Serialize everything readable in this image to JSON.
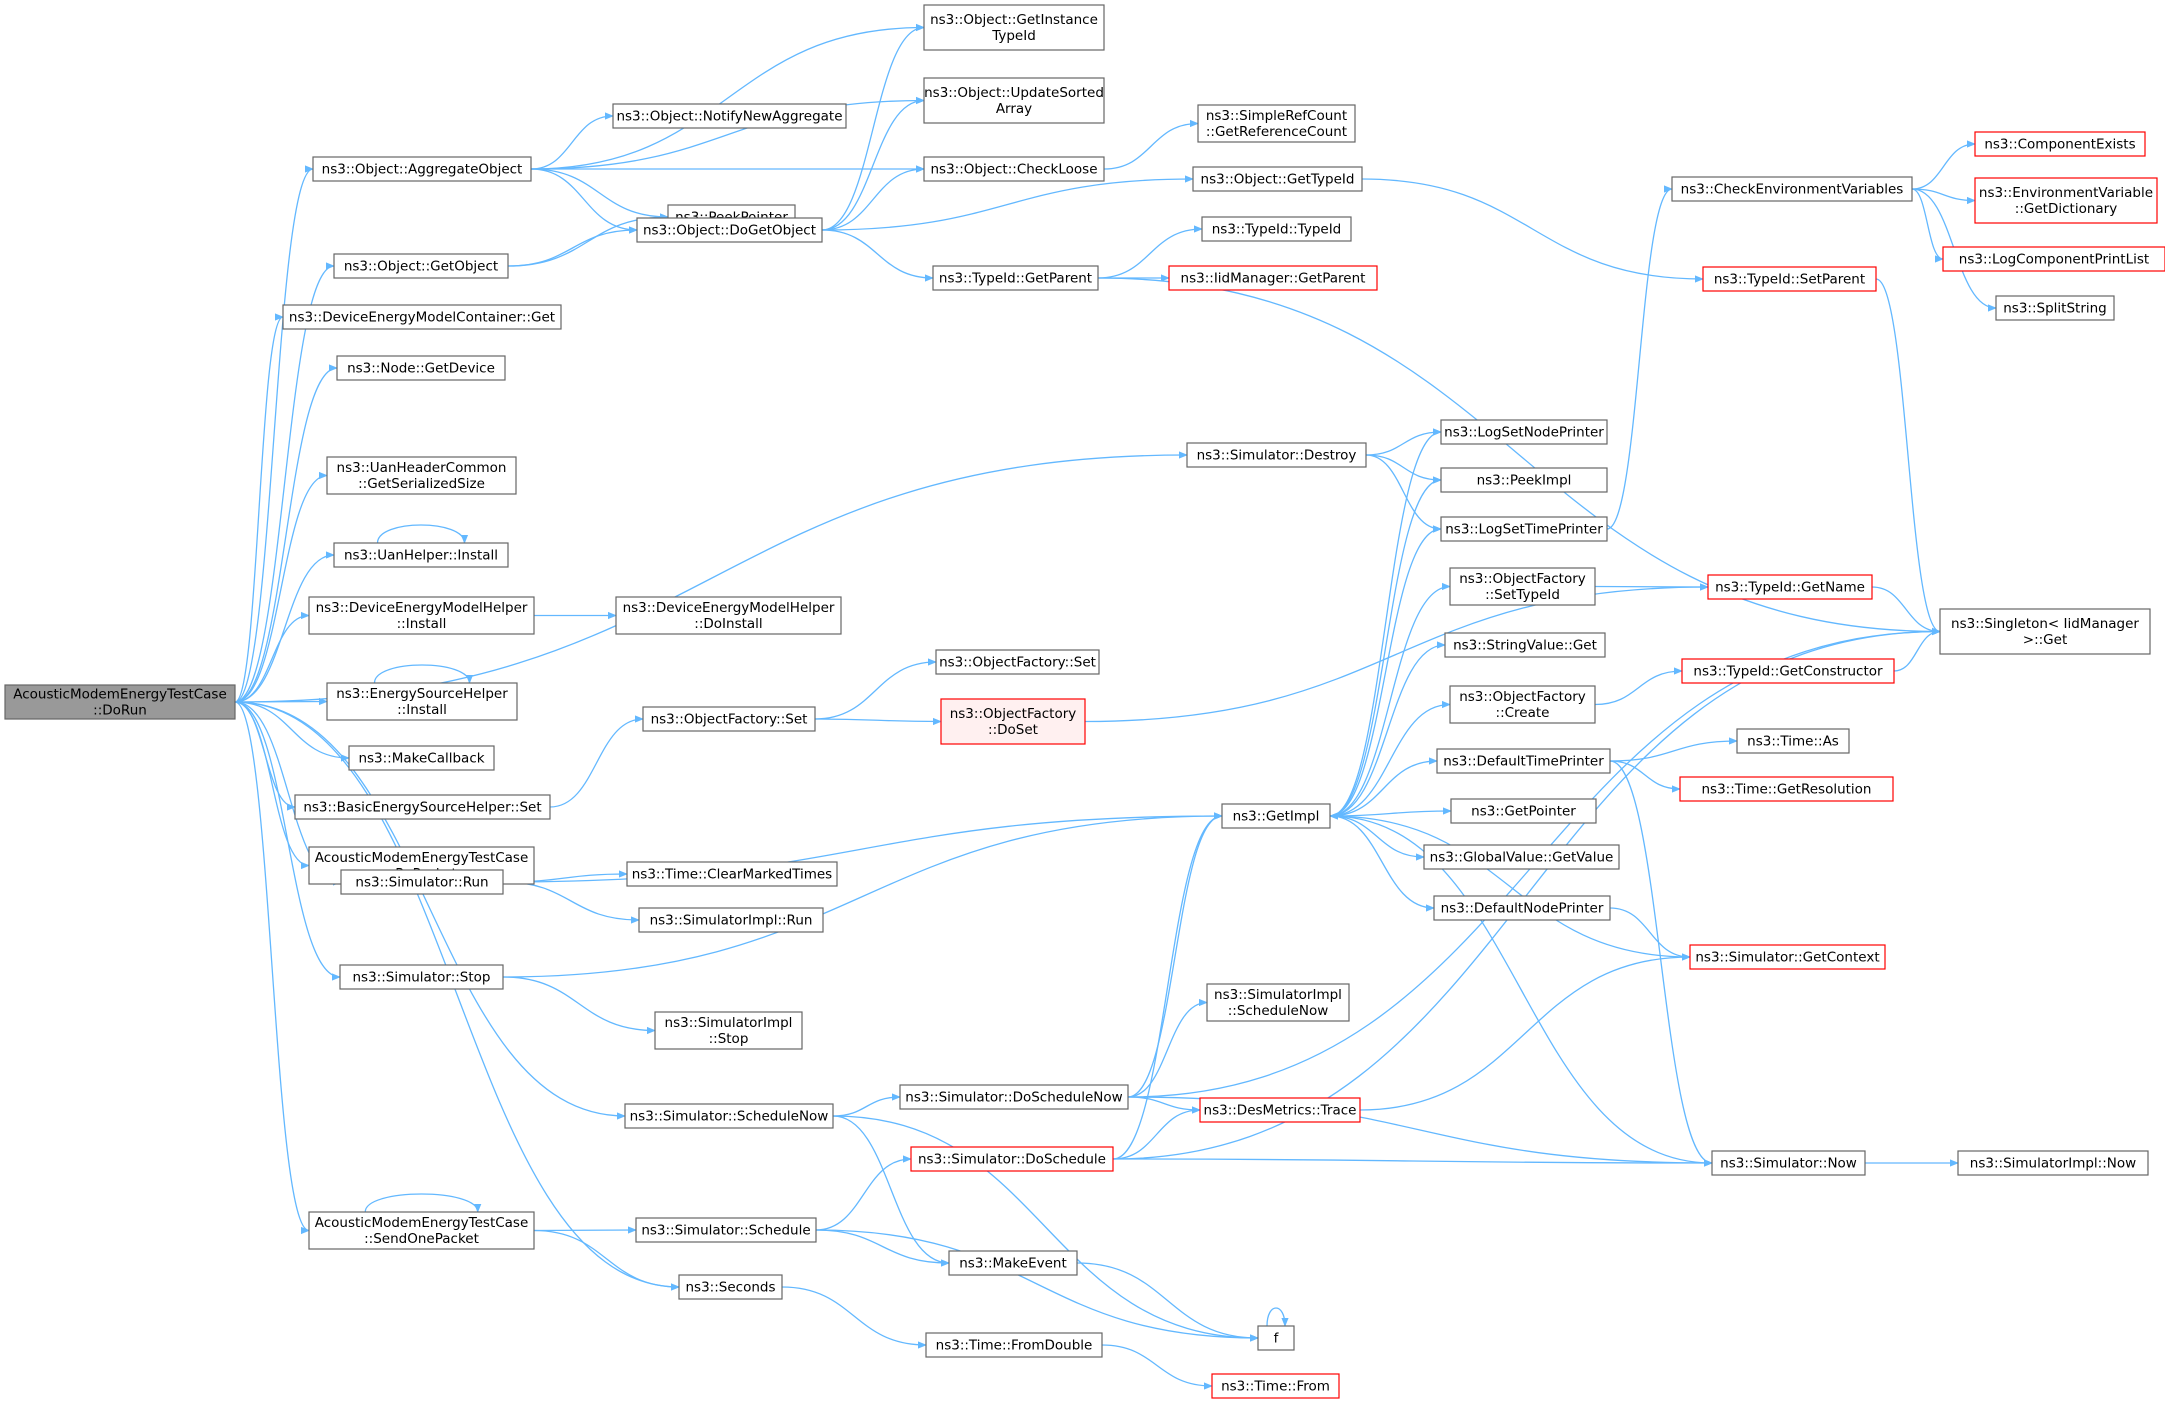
{
  "nodes": [
    {
      "id": "root",
      "lines": [
        "AcousticModemEnergyTestCase",
        "::DoRun"
      ],
      "kind": "root"
    },
    {
      "id": "aggregate",
      "lines": [
        "ns3::Object::AggregateObject"
      ],
      "kind": "normal"
    },
    {
      "id": "getobject",
      "lines": [
        "ns3::Object::GetObject"
      ],
      "kind": "normal"
    },
    {
      "id": "demc_get",
      "lines": [
        "ns3::DeviceEnergyModelContainer::Get"
      ],
      "kind": "normal"
    },
    {
      "id": "node_getdevice",
      "lines": [
        "ns3::Node::GetDevice"
      ],
      "kind": "normal"
    },
    {
      "id": "uan_hdr",
      "lines": [
        "ns3::UanHeaderCommon",
        "::GetSerializedSize"
      ],
      "kind": "normal"
    },
    {
      "id": "uan_install",
      "lines": [
        "ns3::UanHelper::Install"
      ],
      "kind": "normal"
    },
    {
      "id": "demh_install",
      "lines": [
        "ns3::DeviceEnergyModelHelper",
        "::Install"
      ],
      "kind": "normal"
    },
    {
      "id": "esh_install",
      "lines": [
        "ns3::EnergySourceHelper",
        "::Install"
      ],
      "kind": "normal"
    },
    {
      "id": "makecallback",
      "lines": [
        "ns3::MakeCallback"
      ],
      "kind": "normal"
    },
    {
      "id": "besh_set",
      "lines": [
        "ns3::BasicEnergySourceHelper::Set"
      ],
      "kind": "normal"
    },
    {
      "id": "rxpacket",
      "lines": [
        "AcousticModemEnergyTestCase",
        "::RxPacket"
      ],
      "kind": "normal"
    },
    {
      "id": "sim_run",
      "lines": [
        "ns3::Simulator::Run"
      ],
      "kind": "normal"
    },
    {
      "id": "sim_stop",
      "lines": [
        "ns3::Simulator::Stop"
      ],
      "kind": "normal"
    },
    {
      "id": "sim_schednow",
      "lines": [
        "ns3::Simulator::ScheduleNow"
      ],
      "kind": "normal"
    },
    {
      "id": "sendone",
      "lines": [
        "AcousticModemEnergyTestCase",
        "::SendOnePacket"
      ],
      "kind": "normal"
    },
    {
      "id": "seconds",
      "lines": [
        "ns3::Seconds"
      ],
      "kind": "normal"
    },
    {
      "id": "getinstance",
      "lines": [
        "ns3::Object::GetInstance",
        "TypeId"
      ],
      "kind": "normal"
    },
    {
      "id": "updatesorted",
      "lines": [
        "ns3::Object::UpdateSorted",
        "Array"
      ],
      "kind": "normal"
    },
    {
      "id": "notifynew",
      "lines": [
        "ns3::Object::NotifyNewAggregate"
      ],
      "kind": "normal"
    },
    {
      "id": "checkloose",
      "lines": [
        "ns3::Object::CheckLoose"
      ],
      "kind": "normal"
    },
    {
      "id": "peekpointer",
      "lines": [
        "ns3::PeekPointer"
      ],
      "kind": "normal"
    },
    {
      "id": "dogetobject",
      "lines": [
        "ns3::Object::DoGetObject"
      ],
      "kind": "normal"
    },
    {
      "id": "demh_doinstall",
      "lines": [
        "ns3::DeviceEnergyModelHelper",
        "::DoInstall"
      ],
      "kind": "normal"
    },
    {
      "id": "of_set2",
      "lines": [
        "ns3::ObjectFactory::Set"
      ],
      "kind": "normal"
    },
    {
      "id": "of_set1",
      "lines": [
        "ns3::ObjectFactory::Set"
      ],
      "kind": "normal"
    },
    {
      "id": "of_doset",
      "lines": [
        "ns3::ObjectFactory",
        "::DoSet"
      ],
      "kind": "red-fill"
    },
    {
      "id": "clearmarked",
      "lines": [
        "ns3::Time::ClearMarkedTimes"
      ],
      "kind": "normal"
    },
    {
      "id": "simimpl_run",
      "lines": [
        "ns3::SimulatorImpl::Run"
      ],
      "kind": "normal"
    },
    {
      "id": "simimpl_stop",
      "lines": [
        "ns3::SimulatorImpl",
        "::Stop"
      ],
      "kind": "normal"
    },
    {
      "id": "sim_doschednow",
      "lines": [
        "ns3::Simulator::DoScheduleNow"
      ],
      "kind": "normal"
    },
    {
      "id": "sim_schedule",
      "lines": [
        "ns3::Simulator::Schedule"
      ],
      "kind": "normal"
    },
    {
      "id": "fromdouble",
      "lines": [
        "ns3::Time::FromDouble"
      ],
      "kind": "normal"
    },
    {
      "id": "src_getrefcount",
      "lines": [
        "ns3::SimpleRefCount",
        "::GetReferenceCount"
      ],
      "kind": "normal"
    },
    {
      "id": "obj_gettypeid",
      "lines": [
        "ns3::Object::GetTypeId"
      ],
      "kind": "normal"
    },
    {
      "id": "typeid_typeid",
      "lines": [
        "ns3::TypeId::TypeId"
      ],
      "kind": "normal"
    },
    {
      "id": "typeid_getparent",
      "lines": [
        "ns3::TypeId::GetParent"
      ],
      "kind": "normal"
    },
    {
      "id": "iid_getparent",
      "lines": [
        "ns3::IidManager::GetParent"
      ],
      "kind": "red"
    },
    {
      "id": "sim_destroy",
      "lines": [
        "ns3::Simulator::Destroy"
      ],
      "kind": "normal"
    },
    {
      "id": "getimpl",
      "lines": [
        "ns3::GetImpl"
      ],
      "kind": "normal"
    },
    {
      "id": "simimpl_schednow",
      "lines": [
        "ns3::SimulatorImpl",
        "::ScheduleNow"
      ],
      "kind": "normal"
    },
    {
      "id": "desmetrics",
      "lines": [
        "ns3::DesMetrics::Trace"
      ],
      "kind": "red"
    },
    {
      "id": "sim_doschedule",
      "lines": [
        "ns3::Simulator::DoSchedule"
      ],
      "kind": "red"
    },
    {
      "id": "makeevent",
      "lines": [
        "ns3::MakeEvent"
      ],
      "kind": "normal"
    },
    {
      "id": "f",
      "lines": [
        "f"
      ],
      "kind": "normal"
    },
    {
      "id": "time_from",
      "lines": [
        "ns3::Time::From"
      ],
      "kind": "red"
    },
    {
      "id": "logsetnode",
      "lines": [
        "ns3::LogSetNodePrinter"
      ],
      "kind": "normal"
    },
    {
      "id": "peekimpl",
      "lines": [
        "ns3::PeekImpl"
      ],
      "kind": "normal"
    },
    {
      "id": "logsettime",
      "lines": [
        "ns3::LogSetTimePrinter"
      ],
      "kind": "normal"
    },
    {
      "id": "of_settypeid",
      "lines": [
        "ns3::ObjectFactory",
        "::SetTypeId"
      ],
      "kind": "normal"
    },
    {
      "id": "stringvalue_get",
      "lines": [
        "ns3::StringValue::Get"
      ],
      "kind": "normal"
    },
    {
      "id": "of_create",
      "lines": [
        "ns3::ObjectFactory",
        "::Create"
      ],
      "kind": "normal"
    },
    {
      "id": "defaulttime",
      "lines": [
        "ns3::DefaultTimePrinter"
      ],
      "kind": "normal"
    },
    {
      "id": "getpointer",
      "lines": [
        "ns3::GetPointer"
      ],
      "kind": "normal"
    },
    {
      "id": "globalvalue",
      "lines": [
        "ns3::GlobalValue::GetValue"
      ],
      "kind": "normal"
    },
    {
      "id": "defaultnode",
      "lines": [
        "ns3::DefaultNodePrinter"
      ],
      "kind": "normal"
    },
    {
      "id": "sim_getcontext",
      "lines": [
        "ns3::Simulator::GetContext"
      ],
      "kind": "red"
    },
    {
      "id": "sim_now",
      "lines": [
        "ns3::Simulator::Now"
      ],
      "kind": "normal"
    },
    {
      "id": "checkenv",
      "lines": [
        "ns3::CheckEnvironmentVariables"
      ],
      "kind": "normal"
    },
    {
      "id": "typeid_setparent",
      "lines": [
        "ns3::TypeId::SetParent"
      ],
      "kind": "red"
    },
    {
      "id": "typeid_getname",
      "lines": [
        "ns3::TypeId::GetName"
      ],
      "kind": "red"
    },
    {
      "id": "typeid_getctor",
      "lines": [
        "ns3::TypeId::GetConstructor"
      ],
      "kind": "red"
    },
    {
      "id": "time_as",
      "lines": [
        "ns3::Time::As"
      ],
      "kind": "normal"
    },
    {
      "id": "time_getres",
      "lines": [
        "ns3::Time::GetResolution"
      ],
      "kind": "red"
    },
    {
      "id": "simimpl_now",
      "lines": [
        "ns3::SimulatorImpl::Now"
      ],
      "kind": "normal"
    },
    {
      "id": "compexists",
      "lines": [
        "ns3::ComponentExists"
      ],
      "kind": "red"
    },
    {
      "id": "envvar",
      "lines": [
        "ns3::EnvironmentVariable",
        "::GetDictionary"
      ],
      "kind": "red"
    },
    {
      "id": "logcomp",
      "lines": [
        "ns3::LogComponentPrintList"
      ],
      "kind": "red"
    },
    {
      "id": "splitstring",
      "lines": [
        "ns3::SplitString"
      ],
      "kind": "normal"
    },
    {
      "id": "singleton",
      "lines": [
        "ns3::Singleton< IidManager",
        ">::Get"
      ],
      "kind": "normal"
    }
  ],
  "edges": [
    [
      "root",
      "aggregate"
    ],
    [
      "root",
      "getobject"
    ],
    [
      "root",
      "demc_get"
    ],
    [
      "root",
      "node_getdevice"
    ],
    [
      "root",
      "sim_destroy"
    ],
    [
      "root",
      "uan_hdr"
    ],
    [
      "root",
      "uan_install"
    ],
    [
      "root",
      "demh_install"
    ],
    [
      "root",
      "esh_install"
    ],
    [
      "root",
      "makecallback"
    ],
    [
      "root",
      "besh_set"
    ],
    [
      "root",
      "rxpacket"
    ],
    [
      "root",
      "sim_run"
    ],
    [
      "root",
      "sim_stop"
    ],
    [
      "root",
      "sim_schednow"
    ],
    [
      "root",
      "sendone"
    ],
    [
      "root",
      "seconds"
    ],
    [
      "aggregate",
      "getinstance"
    ],
    [
      "aggregate",
      "updatesorted"
    ],
    [
      "aggregate",
      "notifynew"
    ],
    [
      "aggregate",
      "checkloose"
    ],
    [
      "aggregate",
      "peekpointer"
    ],
    [
      "aggregate",
      "dogetobject"
    ],
    [
      "getobject",
      "peekpointer"
    ],
    [
      "getobject",
      "dogetobject"
    ],
    [
      "dogetobject",
      "getinstance"
    ],
    [
      "dogetobject",
      "updatesorted"
    ],
    [
      "dogetobject",
      "checkloose"
    ],
    [
      "dogetobject",
      "obj_gettypeid"
    ],
    [
      "dogetobject",
      "typeid_getparent"
    ],
    [
      "checkloose",
      "src_getrefcount"
    ],
    [
      "obj_gettypeid",
      "typeid_setparent"
    ],
    [
      "typeid_getparent",
      "typeid_typeid"
    ],
    [
      "typeid_getparent",
      "iid_getparent"
    ],
    [
      "typeid_getparent",
      "singleton"
    ],
    [
      "uan_install",
      "uan_install"
    ],
    [
      "esh_install",
      "esh_install"
    ],
    [
      "sendone",
      "sendone"
    ],
    [
      "f",
      "f"
    ],
    [
      "demh_install",
      "demh_doinstall"
    ],
    [
      "besh_set",
      "of_set1"
    ],
    [
      "of_set1",
      "of_set2"
    ],
    [
      "of_set1",
      "of_doset"
    ],
    [
      "of_doset",
      "typeid_getname"
    ],
    [
      "sim_run",
      "getimpl"
    ],
    [
      "sim_run",
      "clearmarked"
    ],
    [
      "sim_run",
      "simimpl_run"
    ],
    [
      "sim_stop",
      "getimpl"
    ],
    [
      "sim_stop",
      "simimpl_stop"
    ],
    [
      "sim_schednow",
      "sim_doschednow"
    ],
    [
      "sim_schednow",
      "makeevent"
    ],
    [
      "sim_schednow",
      "f"
    ],
    [
      "sendone",
      "sim_schedule"
    ],
    [
      "sendone",
      "seconds"
    ],
    [
      "sim_schedule",
      "sim_doschedule"
    ],
    [
      "sim_schedule",
      "makeevent"
    ],
    [
      "sim_schedule",
      "f"
    ],
    [
      "seconds",
      "fromdouble"
    ],
    [
      "fromdouble",
      "time_from"
    ],
    [
      "makeevent",
      "f"
    ],
    [
      "sim_doschednow",
      "getimpl"
    ],
    [
      "sim_doschednow",
      "simimpl_schednow"
    ],
    [
      "sim_doschednow",
      "desmetrics"
    ],
    [
      "sim_doschednow",
      "sim_now"
    ],
    [
      "sim_doschednow",
      "singleton"
    ],
    [
      "sim_doschedule",
      "getimpl"
    ],
    [
      "sim_doschedule",
      "desmetrics"
    ],
    [
      "sim_doschedule",
      "sim_now"
    ],
    [
      "sim_doschedule",
      "singleton"
    ],
    [
      "desmetrics",
      "sim_getcontext"
    ],
    [
      "sim_destroy",
      "logsetnode"
    ],
    [
      "sim_destroy",
      "peekimpl"
    ],
    [
      "sim_destroy",
      "logsettime"
    ],
    [
      "getimpl",
      "logsetnode"
    ],
    [
      "getimpl",
      "peekimpl"
    ],
    [
      "getimpl",
      "logsettime"
    ],
    [
      "getimpl",
      "of_settypeid"
    ],
    [
      "getimpl",
      "stringvalue_get"
    ],
    [
      "getimpl",
      "of_create"
    ],
    [
      "getimpl",
      "defaulttime"
    ],
    [
      "getimpl",
      "getpointer"
    ],
    [
      "getimpl",
      "globalvalue"
    ],
    [
      "getimpl",
      "defaultnode"
    ],
    [
      "sim_getcontext",
      "getimpl"
    ],
    [
      "sim_now",
      "getimpl"
    ],
    [
      "logsettime",
      "checkenv"
    ],
    [
      "of_settypeid",
      "typeid_getname"
    ],
    [
      "of_create",
      "typeid_getctor"
    ],
    [
      "defaulttime",
      "time_as"
    ],
    [
      "defaulttime",
      "time_getres"
    ],
    [
      "defaulttime",
      "sim_now"
    ],
    [
      "defaultnode",
      "sim_getcontext"
    ],
    [
      "sim_now",
      "simimpl_now"
    ],
    [
      "checkenv",
      "compexists"
    ],
    [
      "checkenv",
      "envvar"
    ],
    [
      "checkenv",
      "logcomp"
    ],
    [
      "checkenv",
      "splitstring"
    ],
    [
      "typeid_setparent",
      "singleton"
    ],
    [
      "typeid_getname",
      "singleton"
    ],
    [
      "typeid_getctor",
      "singleton"
    ]
  ],
  "colors": {
    "edge": "#63b8ff",
    "box_border": "#666666",
    "red_border": "#ff0000",
    "root_fill": "#999999",
    "red_fill": "#fff0f0"
  }
}
